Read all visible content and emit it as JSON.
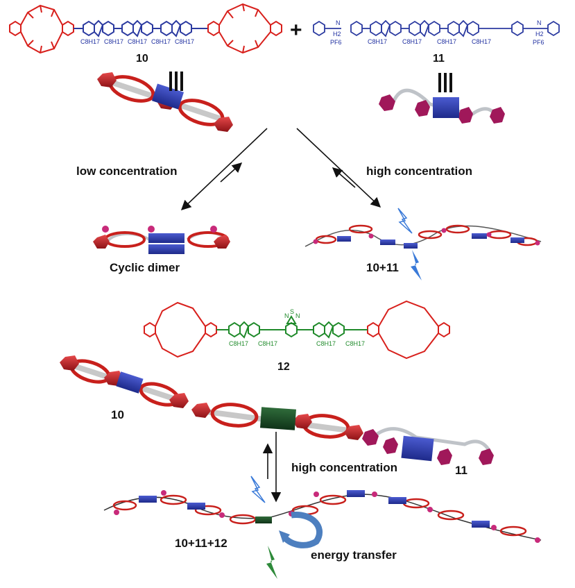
{
  "compounds": {
    "c10": "10",
    "c11": "11",
    "c12": "12",
    "plus": "+"
  },
  "chem": {
    "c8h17": "C8H17",
    "h2": "H2",
    "pf6": "PF6",
    "thiadiazole_s": "S",
    "thiadiazole_n": "N",
    "nh": "N"
  },
  "labels": {
    "low_concentration": "low concentration",
    "high_concentration_top": "high concentration",
    "cyclic_dimer": "Cyclic dimer",
    "mix_10_11": "10+11",
    "high_concentration_bottom": "high concentration",
    "mix_10_11_12": "10+11+12",
    "energy_transfer": "energy transfer",
    "label_10_bottom": "10",
    "label_11_bottom": "11"
  },
  "colors": {
    "crown": "#d8201c",
    "blue_core": "#2b3aa0",
    "green_core": "#1f8a2a",
    "pink_stopper": "#a0185a",
    "gray_tail": "#bfc3c8"
  }
}
